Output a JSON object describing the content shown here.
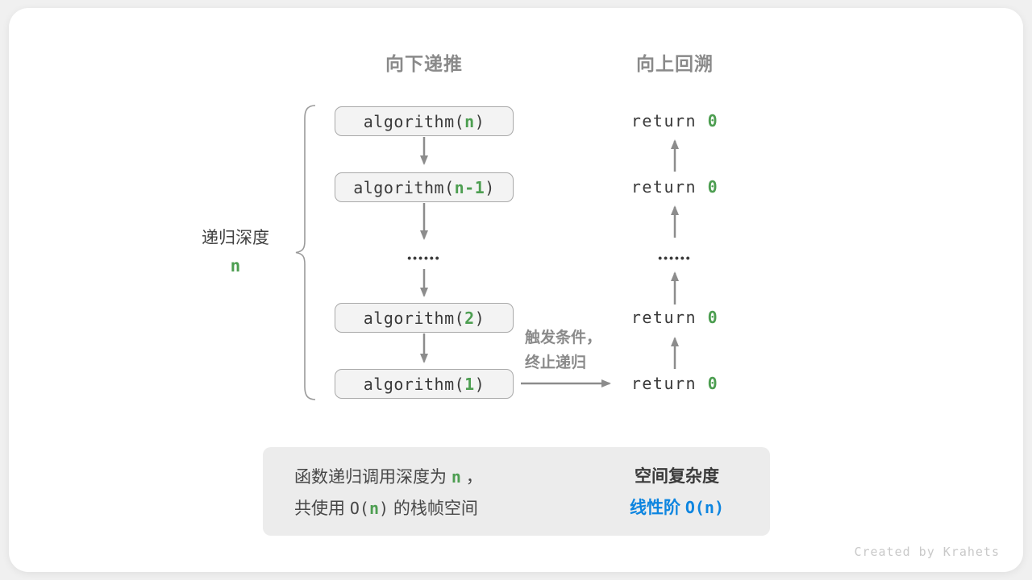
{
  "headers": {
    "downward": "向下递推",
    "upward": "向上回溯"
  },
  "depth_label": {
    "text": "递归深度",
    "value": "n"
  },
  "call_stack": {
    "boxes": [
      {
        "prefix": "algorithm(",
        "arg": "n",
        "suffix": ")"
      },
      {
        "prefix": "algorithm(",
        "arg": "n-1",
        "suffix": ")"
      },
      {
        "prefix": "algorithm(",
        "arg": "2",
        "suffix": ")"
      },
      {
        "prefix": "algorithm(",
        "arg": "1",
        "suffix": ")"
      }
    ],
    "ellipsis": "••••••"
  },
  "returns": {
    "items": [
      {
        "keyword": "return ",
        "value": "0"
      },
      {
        "keyword": "return ",
        "value": "0"
      },
      {
        "keyword": "return ",
        "value": "0"
      },
      {
        "keyword": "return ",
        "value": "0"
      }
    ],
    "ellipsis": "••••••"
  },
  "base_case_note": {
    "line1": "触发条件，",
    "line2": "终止递归"
  },
  "summary": {
    "line1": {
      "a": "函数递归调用深度为 ",
      "b": "n",
      "c": " ，"
    },
    "line2": {
      "a": "共使用 ",
      "b": "O(",
      "c": "n",
      "d": ")",
      "e": " 的栈帧空间"
    },
    "result_title": "空间复杂度",
    "result_value": {
      "a": "线性阶 ",
      "b": "O(n)"
    }
  },
  "footer": {
    "credit": "Created by Krahets"
  },
  "colors": {
    "accent_green": "#4d9e51",
    "accent_blue": "#0d85e0",
    "arrow_gray": "#8c8c8c",
    "text_dark": "#3a3a3a",
    "muted_gray": "#8a8a8a"
  }
}
